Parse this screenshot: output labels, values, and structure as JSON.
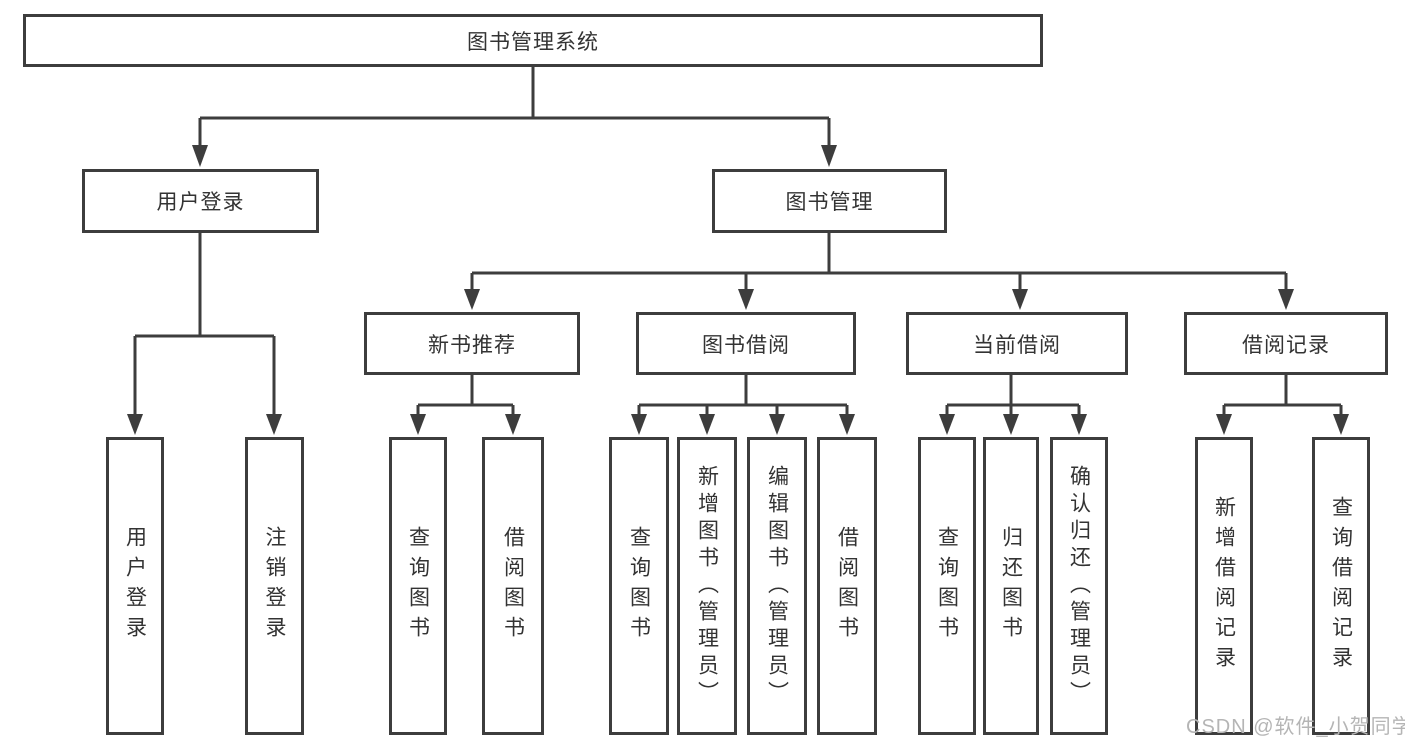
{
  "tree": {
    "label": "图书管理系统",
    "children": [
      {
        "label": "用户登录",
        "children": [
          {
            "label": "用户登录"
          },
          {
            "label": "注销登录"
          }
        ]
      },
      {
        "label": "图书管理",
        "children": [
          {
            "label": "新书推荐",
            "children": [
              {
                "label": "查询图书"
              },
              {
                "label": "借阅图书"
              }
            ]
          },
          {
            "label": "图书借阅",
            "children": [
              {
                "label": "查询图书"
              },
              {
                "label": "新增图书（管理员）"
              },
              {
                "label": "编辑图书（管理员）"
              },
              {
                "label": "借阅图书"
              }
            ]
          },
          {
            "label": "当前借阅",
            "children": [
              {
                "label": "查询图书"
              },
              {
                "label": "归还图书"
              },
              {
                "label": "确认归还（管理员）"
              }
            ]
          },
          {
            "label": "借阅记录",
            "children": [
              {
                "label": "新增借阅记录"
              },
              {
                "label": "查询借阅记录"
              }
            ]
          }
        ]
      }
    ]
  },
  "watermark": {
    "text": "CSDN @软件_小贺同学",
    "color": "#b5b5b5"
  },
  "colors": {
    "line": "#3d3d3d",
    "box_border": "#3d3d3d",
    "text": "#333333",
    "background": "#ffffff"
  }
}
